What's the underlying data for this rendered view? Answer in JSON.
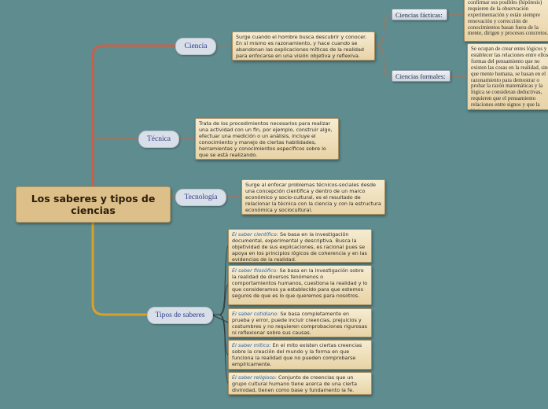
{
  "root": {
    "title": "Los saberes y tipos de ciencias"
  },
  "branches": {
    "ciencia": {
      "label": "Ciencia",
      "text": "Surge cuando el hombre busca descubrir y conocer. En sí mismo es razonamiento, y hace cuando se abandonan las explicaciones míticas de la realidad para enfocarse en una visión objetiva y reflexiva.",
      "sub": [
        {
          "label": "Ciencias fácticas:",
          "text": "y objeto de la realidad objetivo, para confirmar sus posibles (hipótesis) requieren de la observación experimentación y están siempre renovación y corrección de conocimientos basan fuera de la mente, dirigen y procesos concretos."
        },
        {
          "label": "Ciencias formales:",
          "text": "Se ocupan de crear entes lógicos y establecer las relaciones entre ellos, formas del pensamiento que no existen las cosas en la realidad, sino que mente humana, se basan en el razonamiento para demostrar o probar la razón matemáticas y la lógica se consideran deductivas, requieren que el pensamiento relaciones entre signos y que la lógica sus teoremas."
        }
      ]
    },
    "tecnica": {
      "label": "Técnica",
      "text": "Trata de los procedimientos necesarios para realizar una actividad con un fin, por ejemplo, construir algo, efectuar una medición o un análisis, incluye el conocimiento y manejo de ciertas habilidades, herramientas y conocimientos específicos sobre lo que se está realizando."
    },
    "tecnologia": {
      "label": "Tecnología",
      "text": "Surge al enfocar problemas técnicos-sociales desde una concepción científica y dentro de un marco económico y socio-cultural, es el resultado de relacionar la técnica con la ciencia y con la estructura económica y sociocultural."
    },
    "tipos": {
      "label": "Tipos de saberes",
      "items": [
        {
          "lead": "El saber científico:",
          "text": " Se basa en la investigación documental, experimental y descriptiva. Busca la objetividad de sus explicaciones, es racional pues se apoya en los principios lógicos de coherencia y en las evidencias de la realidad."
        },
        {
          "lead": "El saber filosófico:",
          "text": " Se basa en la investigación sobre la realidad de diversos fenómenos o comportamientos humanos, cuestiona la realidad y lo que consideramos ya establecido para que estemos seguros de que es lo que queremos para nosotros."
        },
        {
          "lead": "El saber cotidiano:",
          "text": " Se basa completamente en prueba y error, puede incluir creencias, prejuicios y costumbres y no requieren comprobaciones rigurosas ni reflexionar sobre sus causas."
        },
        {
          "lead": "El saber mítico:",
          "text": " En el mito existen ciertas creencias sobre la creación del mundo y la forma en que funciona la realidad que no pueden comprobarse empíricamente."
        },
        {
          "lead": "El saber religioso:",
          "text": " Conjunto de creencias que un grupo cultural humano tiene acerca de una cierta divinidad, tienen como base y fundamento la fe."
        }
      ]
    }
  },
  "colors": {
    "background": "#5e8c8f",
    "branch_red": "#c9604a",
    "branch_yellow": "#d9a12b",
    "root_fill": "#dcbf89"
  }
}
